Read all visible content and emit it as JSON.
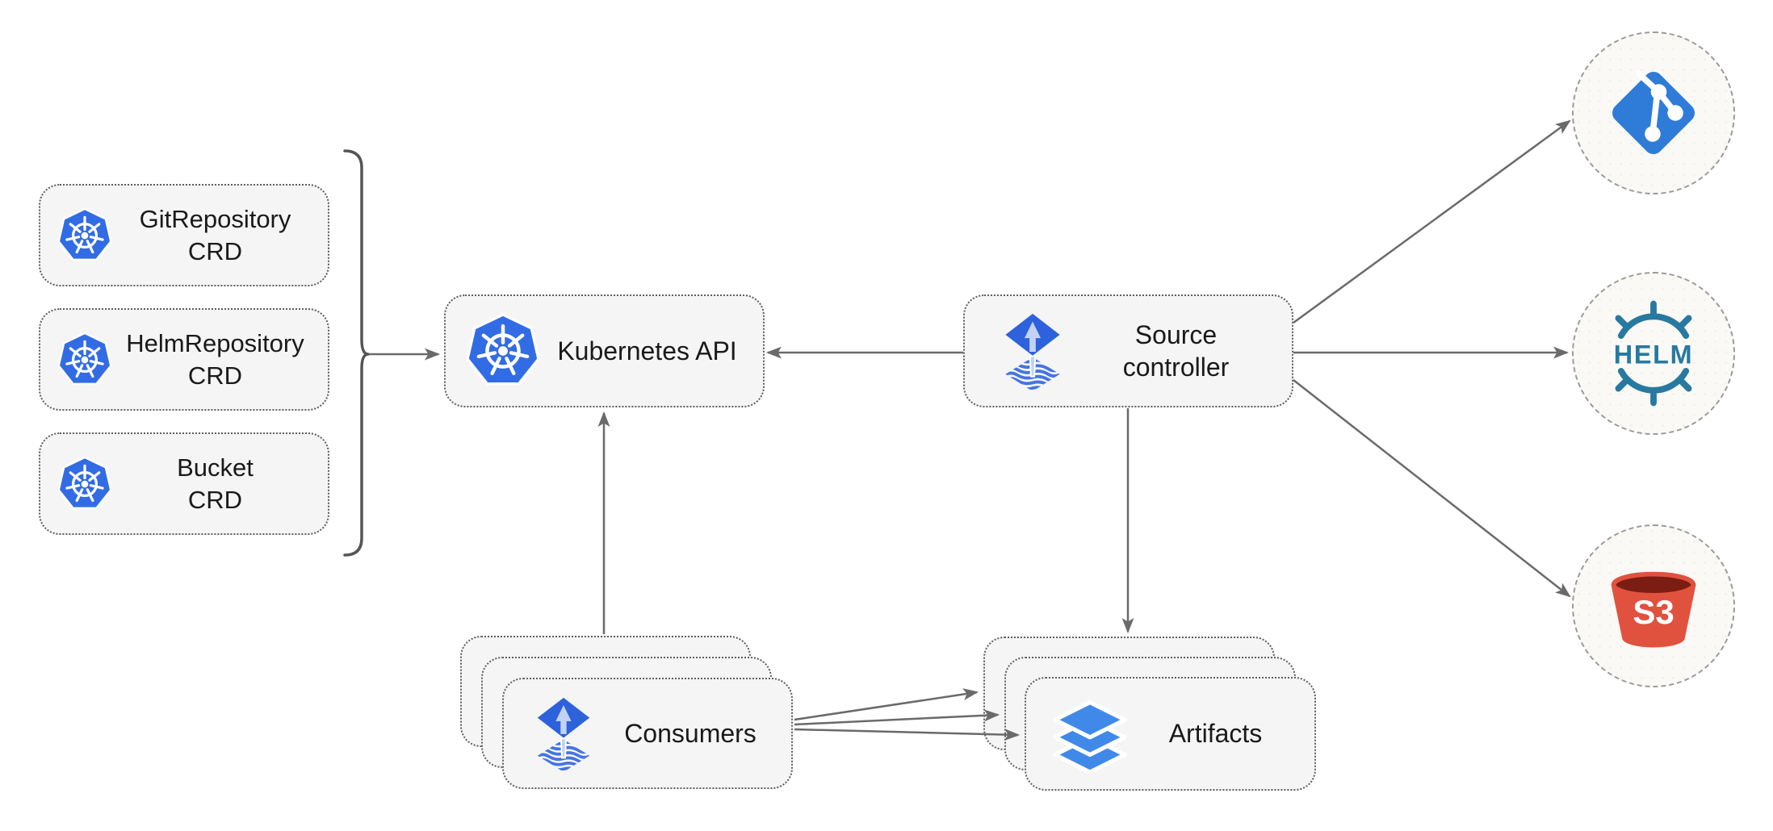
{
  "colors": {
    "box_bg": "#f5f5f5",
    "box_border": "#5f5f5f",
    "circle_bg": "#faf9f6",
    "circle_border": "#9b9b9b",
    "arrow": "#6a6a6a",
    "brace": "#555555",
    "label_text": "#1a1a1a",
    "kubernetes_blue": "#326CE5",
    "flux_blue": "#2D62DC",
    "flux_light_arrow": "#C2D2F2",
    "flux_wave_blue": "#4473E3",
    "git_blue": "#2E7CD8",
    "helm_teal": "#2779A0",
    "s3_red": "#E0523E",
    "s3_dark_red": "#7B1D13",
    "layers_blue": "#4089E8"
  },
  "crds": [
    {
      "name": "GitRepository",
      "kind": "CRD"
    },
    {
      "name": "HelmRepository",
      "kind": "CRD"
    },
    {
      "name": "Bucket",
      "kind": "CRD"
    }
  ],
  "kubernetes_api": {
    "label": "Kubernetes API"
  },
  "source_controller": {
    "label_line1": "Source",
    "label_line2": "controller"
  },
  "consumers": {
    "label": "Consumers"
  },
  "artifacts": {
    "label": "Artifacts"
  },
  "endpoints": {
    "git": {
      "icon": "git-icon"
    },
    "helm": {
      "icon": "helm-wheel-icon",
      "logo_text": "HELM"
    },
    "s3": {
      "icon": "s3-bucket-icon",
      "logo_text": "S3"
    }
  },
  "icons": {
    "kubernetes": "kubernetes-wheel-icon",
    "flux": "flux-icon",
    "artifacts": "layers-icon"
  }
}
